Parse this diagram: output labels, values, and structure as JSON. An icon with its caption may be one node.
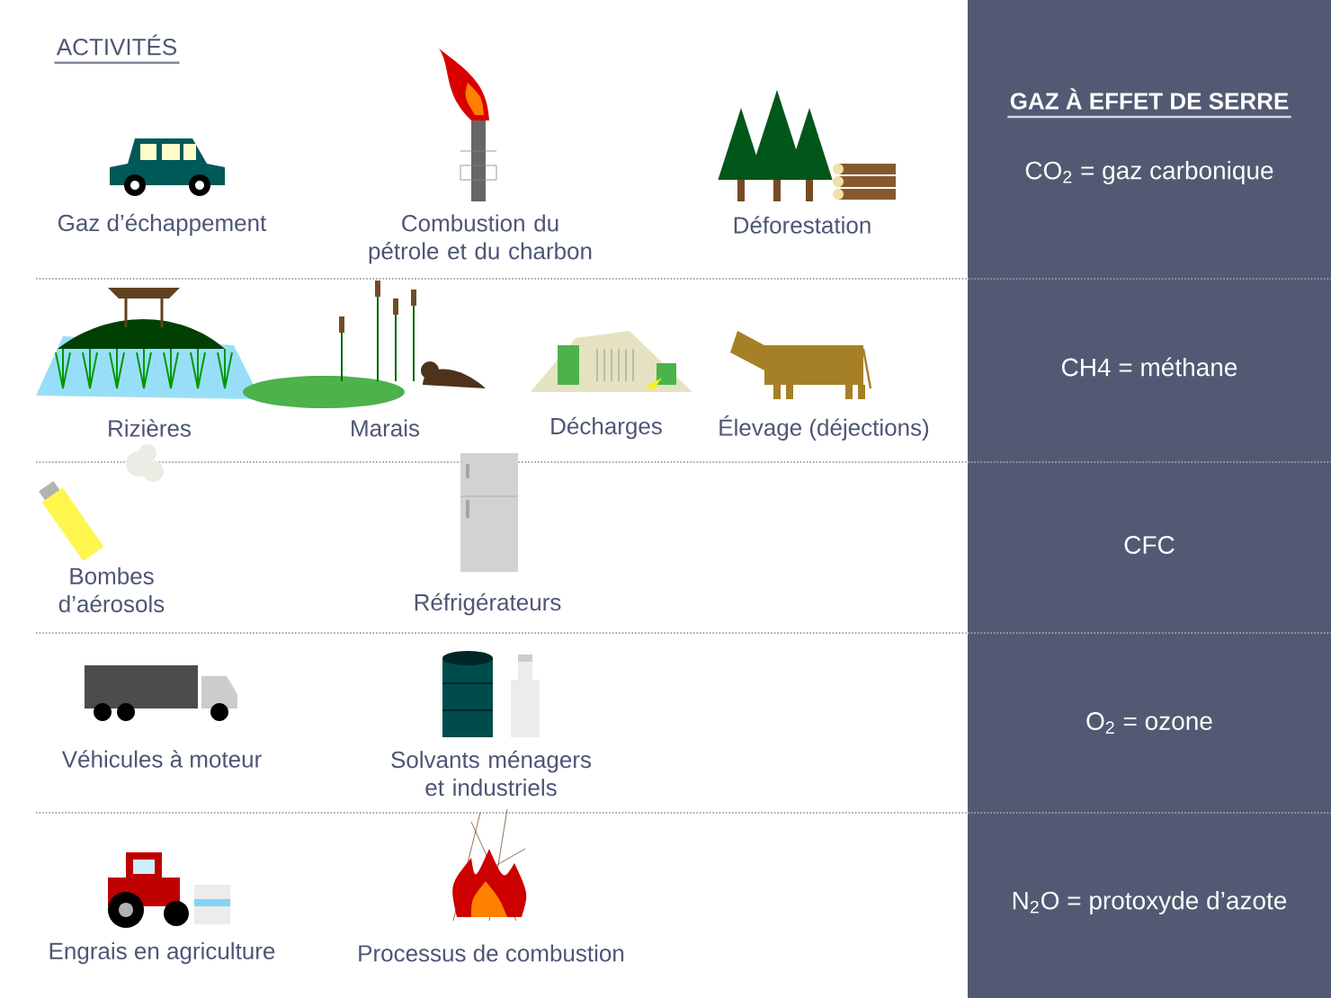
{
  "diagram": {
    "nodes": [
      {
        "text": [
          "GAZ À EFFET DE SERRE",
          "CO$_{2}$ = gaz carbonique",
          "CH4 = méthane",
          "CFC",
          "O$_{2}$ = ozone",
          "N$_{2}$O = protoxyde d’azote"
        ]
      }
    ],
    "labels": [
      "ACTIVITÉS",
      "Gaz d’échappement",
      "Combustion du pétrole et du charbon",
      "Déforestation",
      "Rizières",
      "Marais",
      "Décharges",
      "Élevage (déjections)",
      "Bombes d’aérosols",
      "Réfrigérateurs",
      "Véhicules à moteur",
      "Solvants ménagers et industriels",
      "Engrais en agriculture",
      "Processus de combustion"
    ]
  }
}
